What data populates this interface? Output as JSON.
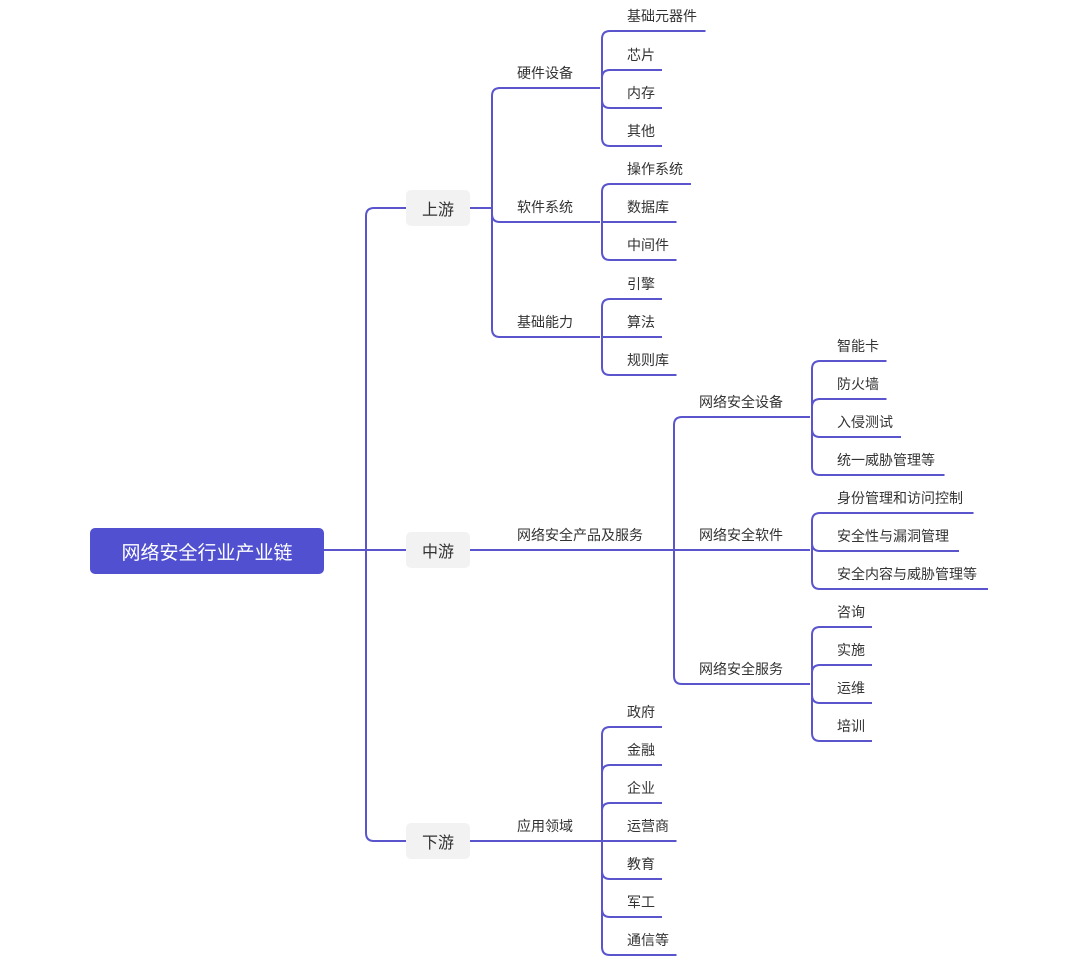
{
  "colors": {
    "line": "#5a55cc",
    "root_bg": "#5050d0",
    "node_bg": "#f2f2f2",
    "text": "#333333"
  },
  "root": {
    "label": "网络安全行业产业链"
  },
  "branches": [
    {
      "label": "上游",
      "children": [
        {
          "label": "硬件设备",
          "children": [
            "基础元器件",
            "芯片",
            "内存",
            "其他"
          ]
        },
        {
          "label": "软件系统",
          "children": [
            "操作系统",
            "数据库",
            "中间件"
          ]
        },
        {
          "label": "基础能力",
          "children": [
            "引擎",
            "算法",
            "规则库"
          ]
        }
      ]
    },
    {
      "label": "中游",
      "children": [
        {
          "label": "网络安全产品及服务",
          "children": [
            {
              "label": "网络安全设备",
              "children": [
                "智能卡",
                "防火墙",
                "入侵测试",
                "统一威胁管理等"
              ]
            },
            {
              "label": "网络安全软件",
              "children": [
                "身份管理和访问控制",
                "安全性与漏洞管理",
                "安全内容与威胁管理等"
              ]
            },
            {
              "label": "网络安全服务",
              "children": [
                "咨询",
                "实施",
                "运维",
                "培训"
              ]
            }
          ]
        }
      ]
    },
    {
      "label": "下游",
      "children": [
        {
          "label": "应用领域",
          "children": [
            "政府",
            "金融",
            "企业",
            "运营商",
            "教育",
            "军工",
            "通信等"
          ]
        }
      ]
    }
  ]
}
